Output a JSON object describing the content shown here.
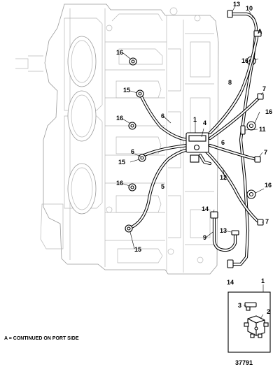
{
  "callouts": [
    {
      "id": "c13a",
      "text": "13"
    },
    {
      "id": "c10",
      "text": "10"
    },
    {
      "id": "cA",
      "text": "A"
    },
    {
      "id": "c16a",
      "text": "16"
    },
    {
      "id": "c16b",
      "text": "16"
    },
    {
      "id": "c8",
      "text": "8"
    },
    {
      "id": "c15a",
      "text": "15"
    },
    {
      "id": "c7a",
      "text": "7"
    },
    {
      "id": "c6a",
      "text": "6"
    },
    {
      "id": "c1a",
      "text": "1"
    },
    {
      "id": "c4",
      "text": "4"
    },
    {
      "id": "c16c",
      "text": "16"
    },
    {
      "id": "c16d",
      "text": "16"
    },
    {
      "id": "c11",
      "text": "11"
    },
    {
      "id": "c6b",
      "text": "6"
    },
    {
      "id": "c7b",
      "text": "7"
    },
    {
      "id": "c6c",
      "text": "6"
    },
    {
      "id": "c15b",
      "text": "15"
    },
    {
      "id": "c12",
      "text": "12"
    },
    {
      "id": "c16e",
      "text": "16"
    },
    {
      "id": "c5",
      "text": "5"
    },
    {
      "id": "c16f",
      "text": "16"
    },
    {
      "id": "c14a",
      "text": "14"
    },
    {
      "id": "c7c",
      "text": "7"
    },
    {
      "id": "c13b",
      "text": "13"
    },
    {
      "id": "c9",
      "text": "9"
    },
    {
      "id": "c15c",
      "text": "15"
    },
    {
      "id": "c14b",
      "text": "14"
    },
    {
      "id": "c1b",
      "text": "1"
    },
    {
      "id": "c3",
      "text": "3"
    },
    {
      "id": "c2",
      "text": "2"
    }
  ],
  "footnote": "A = CONTINUED ON PORT SIDE",
  "figure_number": "37791"
}
